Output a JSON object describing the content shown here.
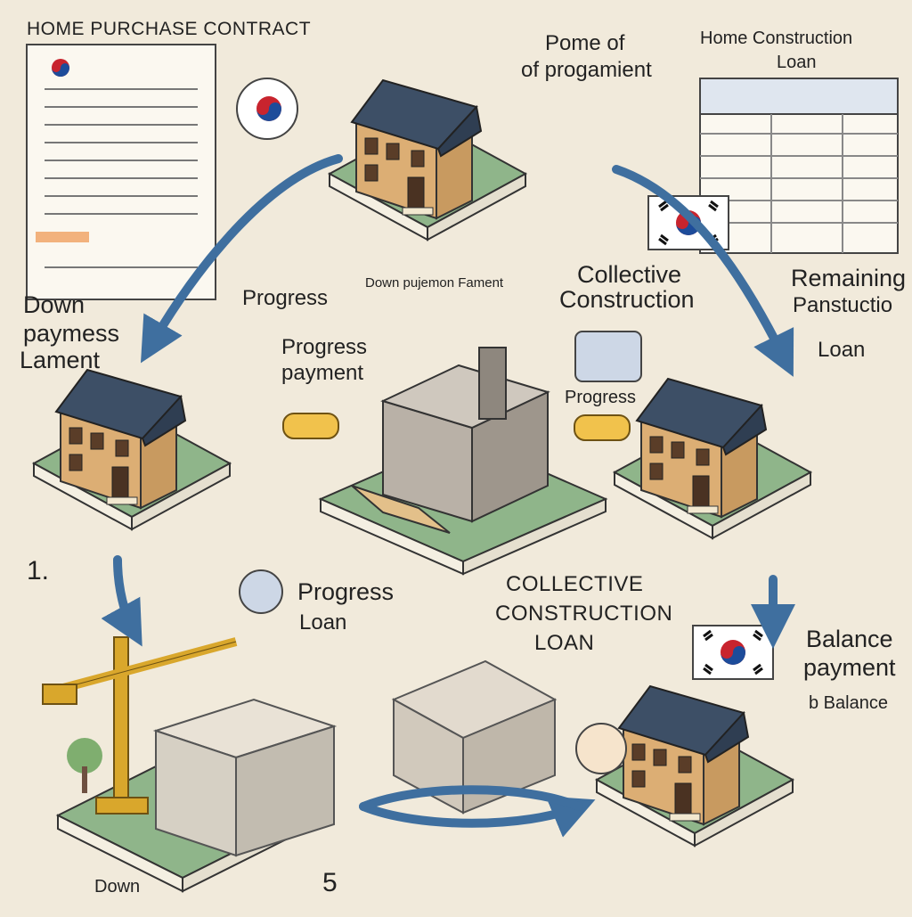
{
  "doc_title": "HOME PURCHASE CONTRACT",
  "labels": {
    "pome_of": "Pome of",
    "progamient": "of progamient",
    "loan_doc_title_1": "Home Construction",
    "loan_doc_title_2": "Loan",
    "down_pujemon": "Down pujemon Fament",
    "collective_construction_1": "Collective",
    "collective_construction_2": "Construction",
    "remaining": "Remaining",
    "panstuctio": "Panstuctio",
    "loan_right": "Loan",
    "down_left": "Down",
    "paymess": "paymess",
    "lament": "Lament",
    "progress_top": "Progress",
    "progress_payment_1": "Progress",
    "progress_payment_2": "payment",
    "progress_mid_right": "Progress",
    "step_one": "1.",
    "progress_loan_1": "Progress",
    "progress_loan_2": "Loan",
    "collective_loan_1": "COLLECTIVE",
    "collective_loan_2": "CONSTRUCTION",
    "collective_loan_3": "LOAN",
    "balance_1": "Balance",
    "balance_2": "payment",
    "balance_3": "b Balance",
    "down_bottom": "Down",
    "five": "5"
  },
  "colors": {
    "background": "#f1eadb",
    "arrow": "#3f6f9f",
    "lawn": "#8fb58a",
    "roof": "#3d4f66",
    "wall": "#dcae74",
    "crane": "#d9a72c",
    "flag_red": "#c8242e",
    "flag_blue": "#1d4c9a"
  },
  "icons": [
    "house-icon",
    "building-under-construction-icon",
    "crane-icon",
    "stacked-money-icon",
    "box-icon",
    "korean-flag-icon",
    "coin-icon",
    "contract-document-icon",
    "loan-document-icon",
    "cycle-arrow-icon"
  ]
}
